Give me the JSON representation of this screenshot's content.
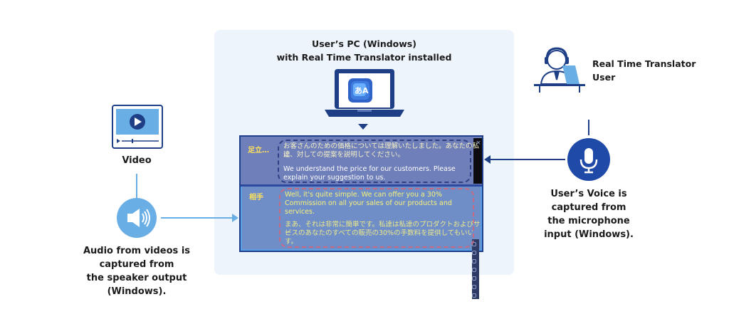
{
  "pc": {
    "title_line1": "User’s PC (Windows)",
    "title_line2": "with Real Time Translator installed",
    "app_icon_glyph": "あA"
  },
  "overlay": {
    "top": {
      "speaker": "足立…",
      "japanese_line1": "お客さんのための価格については理解いたしました。あなたの私達",
      "japanese_line2": "に、対しての提案を説明してください。",
      "english_line1": "We understand the price for our customers. Please",
      "english_line2": "explain your suggestion to us."
    },
    "bottom": {
      "speaker": "相手",
      "english_line1": "Well, it's quite simple. We can offer you a 30%",
      "english_line2": "Commission on all your sales of our products and",
      "english_line3": "services.",
      "japanese_line1": "まあ、それは非常に簡単です。私達は私達のプロダクトおよびサー",
      "japanese_line2": "ビスのあなたのすべての販売の30%の手数料を提供してもいいです",
      "japanese_line3": "す。"
    },
    "close_glyph": "×"
  },
  "video": {
    "label": "Video"
  },
  "audio": {
    "line1": "Audio from videos is",
    "line2": "captured from",
    "line3": "the speaker output",
    "line4": "(Windows)."
  },
  "user": {
    "line1": "Real Time Translator",
    "line2": "User"
  },
  "voice": {
    "line1": "User’s Voice is",
    "line2": "captured from",
    "line3": "the microphone",
    "line4": "input (Windows)."
  },
  "colors": {
    "panel": "#eef4fb",
    "navy": "#1e3f86",
    "light_blue": "#6aaee6",
    "mic_blue": "#1f4aa8"
  },
  "icons": [
    "laptop-icon",
    "translator-app-icon",
    "video-player-icon",
    "speaker-icon",
    "microphone-icon",
    "headset-user-icon"
  ]
}
